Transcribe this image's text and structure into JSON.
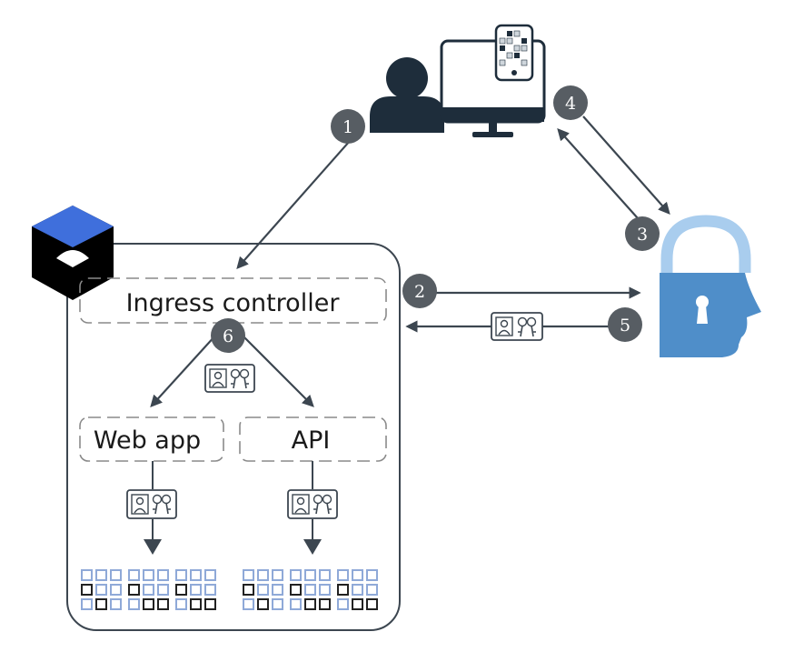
{
  "components": {
    "ingress": "Ingress controller",
    "webapp": "Web app",
    "api": "API"
  },
  "steps": [
    "1",
    "2",
    "3",
    "4",
    "5",
    "6"
  ],
  "icons": {
    "user": "user-icon",
    "monitor": "monitor-icon",
    "phone": "mobile-phone-icon",
    "lock": "lock-head-icon",
    "cluster": "cluster-cube-icon",
    "token": "id-card-keys-icon",
    "pods": "container-grid-icon"
  },
  "colors": {
    "dark": "#1e2d3b",
    "line": "#3c4650",
    "badge": "#575d63",
    "lock_body": "#4f8ec9",
    "lock_shackle": "#a9cdee",
    "cube_top": "#3f6fdc",
    "grid_light": "#8fa9d8",
    "grid_dark": "#222222"
  }
}
